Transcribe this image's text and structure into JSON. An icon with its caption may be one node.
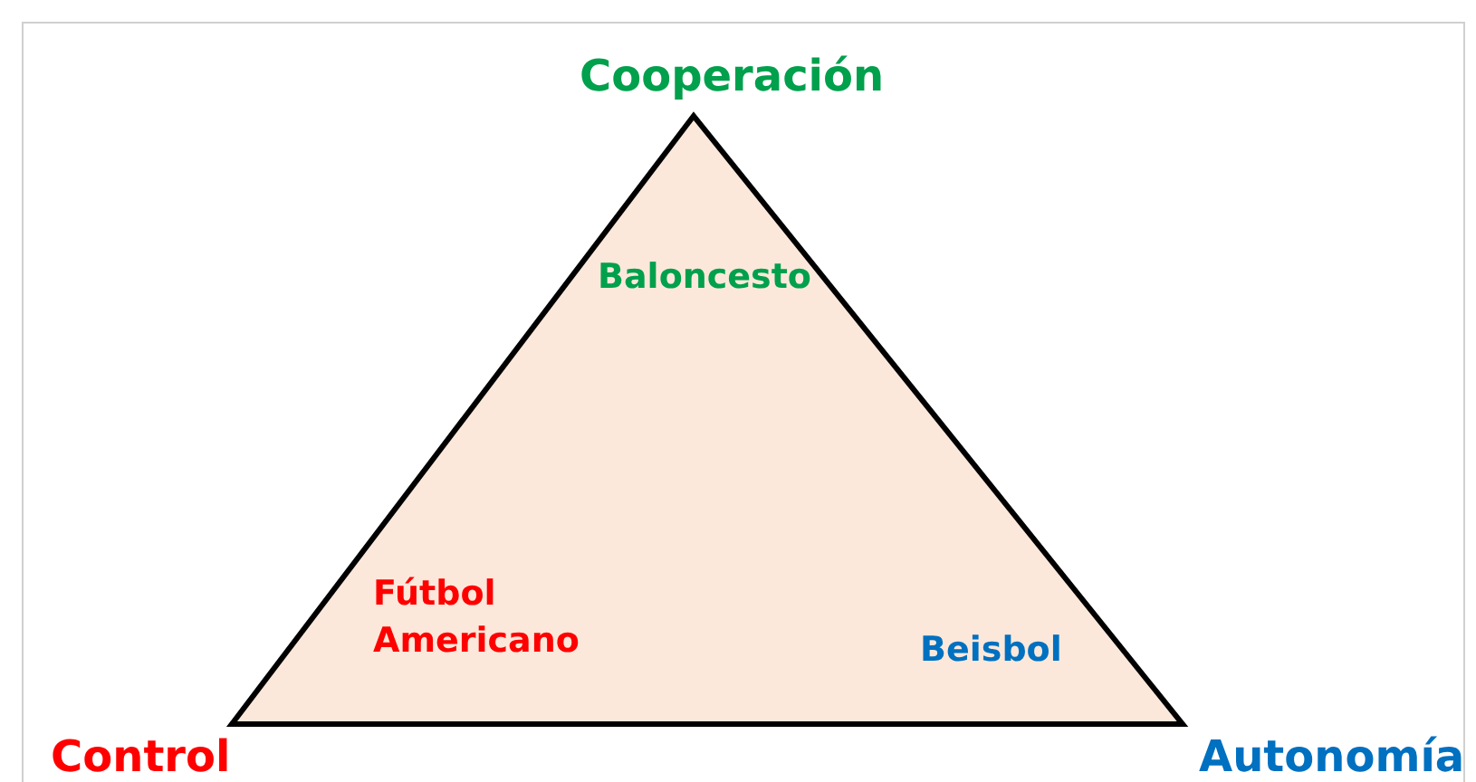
{
  "diagram": {
    "nodes": [
      {
        "text": [],
        "shape": "triangle"
      }
    ],
    "labels": [
      "Cooperación",
      "Baloncesto",
      "Fútbol Americano",
      "Beisbol",
      "Control",
      "Autonomía"
    ]
  }
}
